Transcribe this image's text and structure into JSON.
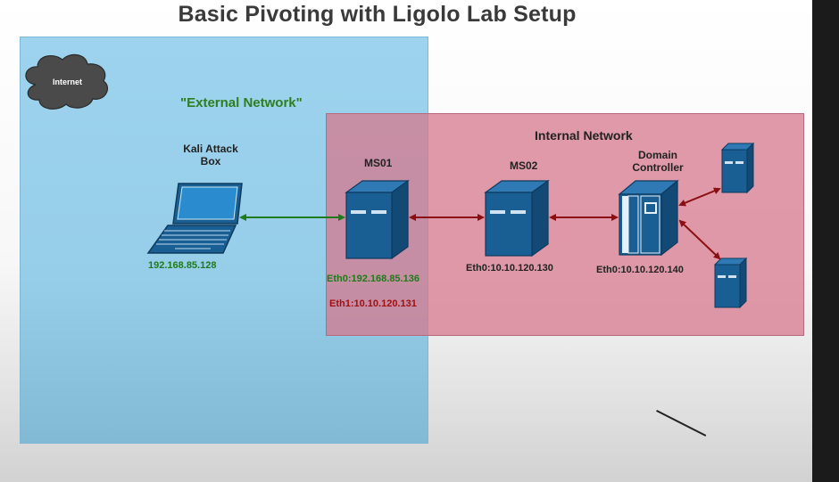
{
  "title": "Basic Pivoting with Ligolo Lab Setup",
  "cloud_label": "Internet",
  "external_zone": {
    "label": "\"External Network\""
  },
  "internal_zone": {
    "label": "Internal Network"
  },
  "nodes": {
    "kali": {
      "label_line1": "Kali Attack",
      "label_line2": "Box",
      "ip": "192.168.85.128"
    },
    "ms01": {
      "label": "MS01",
      "eth0": "Eth0:192.168.85.136",
      "eth1": "Eth1:10.10.120.131"
    },
    "ms02": {
      "label": "MS02",
      "eth0": "Eth0:10.10.120.130"
    },
    "dc": {
      "label_line1": "Domain",
      "label_line2": "Controller",
      "eth0": "Eth0:10.10.120.140"
    }
  },
  "colors": {
    "external_bg": "#9dd3ee",
    "internal_bg": "#d5788c",
    "device_fill": "#1a5f94",
    "green_link": "#1f7a1a",
    "red_link": "#8b0f12"
  }
}
